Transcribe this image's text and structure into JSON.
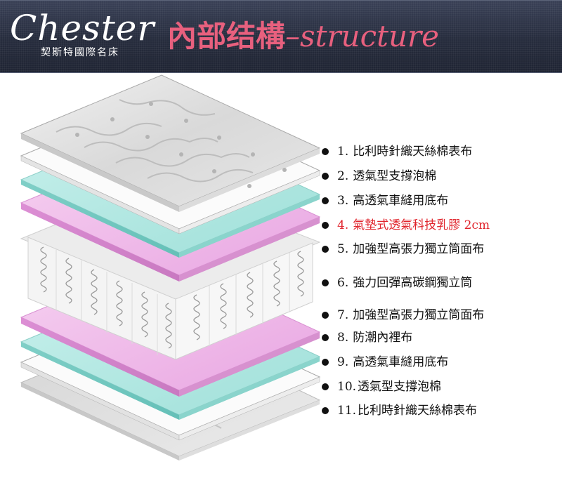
{
  "header": {
    "brand_name": "Chester",
    "brand_subtitle": "契斯特國際名床",
    "title_cn": "內部结構",
    "title_sep": "–",
    "title_en": "structure"
  },
  "layers": [
    {
      "num": "1.",
      "text": "比利時針織天絲棉表布"
    },
    {
      "num": "2.",
      "text": "透氣型支撐泡棉"
    },
    {
      "num": "3.",
      "text": "高透氣車縫用底布"
    },
    {
      "num": "4.",
      "text": "氣墊式透氣科技乳膠 2cm",
      "color": "#e0222a"
    },
    {
      "num": "5.",
      "text": "加強型高張力獨立筒面布"
    },
    {
      "num": "6.",
      "text": "強力回彈高碳鋼獨立筒"
    },
    {
      "num": "7.",
      "text": "加強型高張力獨立筒面布"
    },
    {
      "num": "8.",
      "text": "防潮內裡布"
    },
    {
      "num": "9.",
      "text": "高透氣車縫用底布"
    },
    {
      "num": "10.",
      "text": "透氣型支撐泡棉"
    },
    {
      "num": "11.",
      "text": "比利時針織天絲棉表布"
    }
  ]
}
